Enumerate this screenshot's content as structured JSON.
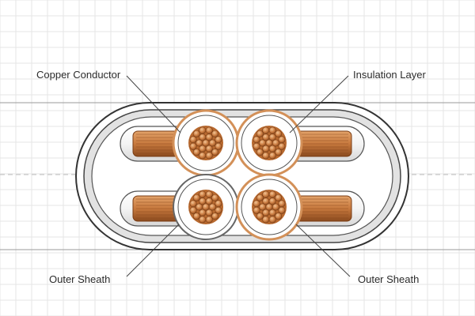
{
  "labels": {
    "top_left": "Copper Conductor",
    "top_right": "Insulation Layer",
    "bottom_left": "Outer Sheath",
    "bottom_right": "Outer Sheath"
  },
  "colors": {
    "background": "#ffffff",
    "grid": "#e4e4e4",
    "outline": "#333333",
    "sheath_fill": "#dcdcdc",
    "copper": "#c8793e",
    "copper_dark": "#8a4a1e",
    "copper_light": "#e8b07a",
    "insulation": "#f2f2f2",
    "ring_copper": "#d39058",
    "label_text": "#2b2b2b"
  },
  "icons": {
    "conductor": "stranded-copper-wire",
    "cable": "flat-four-core-cable"
  }
}
